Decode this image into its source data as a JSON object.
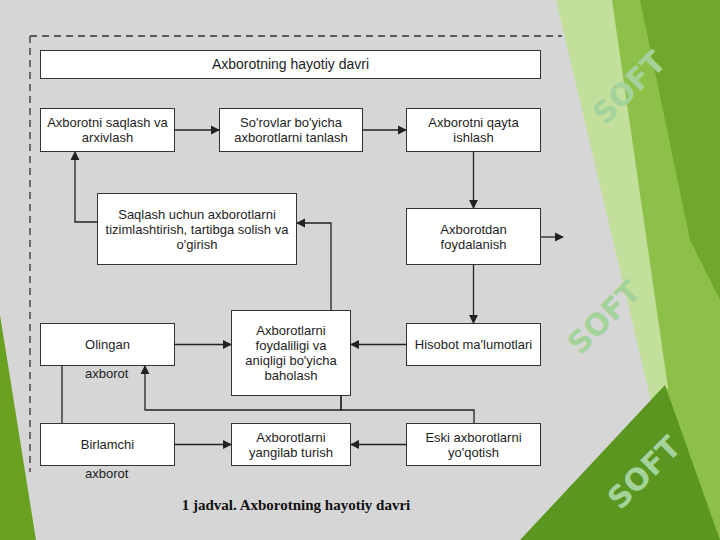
{
  "diagram": {
    "nodes": [
      {
        "text": [
          "Axborotning hayotiy davri"
        ]
      },
      {
        "text": [
          "Axborotni saqlash va arxivlash"
        ]
      },
      {
        "text": [
          "So'rovlar bo'yicha axborotlarni tanlash"
        ]
      },
      {
        "text": [
          "Axborotni qayta ishlash"
        ]
      },
      {
        "text": [
          "Saqlash uchun axborotlarni tizimlashtirish, tartibga solish va o'girish"
        ]
      },
      {
        "text": [
          "Axborotdan foydalanish"
        ]
      },
      {
        "text": [
          "Olingan",
          "axborot"
        ]
      },
      {
        "text": [
          "Axborotlarni foydaliligi va aniqligi bo'yicha baholash"
        ]
      },
      {
        "text": [
          "Hisobot ma'lumotlari"
        ]
      },
      {
        "text": [
          "Birlamchi",
          "axborot"
        ]
      },
      {
        "text": [
          "Axborotlarni yangilab turish"
        ]
      },
      {
        "text": [
          "Eski axborotlarni yo'qotish"
        ]
      }
    ],
    "edges": [
      {
        "from": 1,
        "to": 2,
        "arrow": "to"
      },
      {
        "from": 2,
        "to": 3,
        "arrow": "to"
      },
      {
        "from": 3,
        "to": 5,
        "arrow": "to"
      },
      {
        "from": 5,
        "to": 8,
        "arrow": "to"
      },
      {
        "from": 8,
        "to": 7,
        "arrow": "to"
      },
      {
        "from": 7,
        "to": 4,
        "arrow": "to"
      },
      {
        "from": 4,
        "to": 1,
        "arrow": "to"
      },
      {
        "from": 6,
        "to": 7,
        "arrow": "to"
      },
      {
        "from": 7,
        "to": 6,
        "arrow": "to"
      },
      {
        "from": 7,
        "to": 11,
        "arrow": "none"
      },
      {
        "from": 9,
        "to": 6,
        "arrow": "none"
      },
      {
        "from": 9,
        "to": 10,
        "arrow": "to"
      },
      {
        "from": 11,
        "to": 10,
        "arrow": "to"
      }
    ],
    "caption": "1 jadval. Axborotning hayotiy davri",
    "labels": [
      "SOFT",
      "SOFT",
      "SOFT"
    ]
  }
}
